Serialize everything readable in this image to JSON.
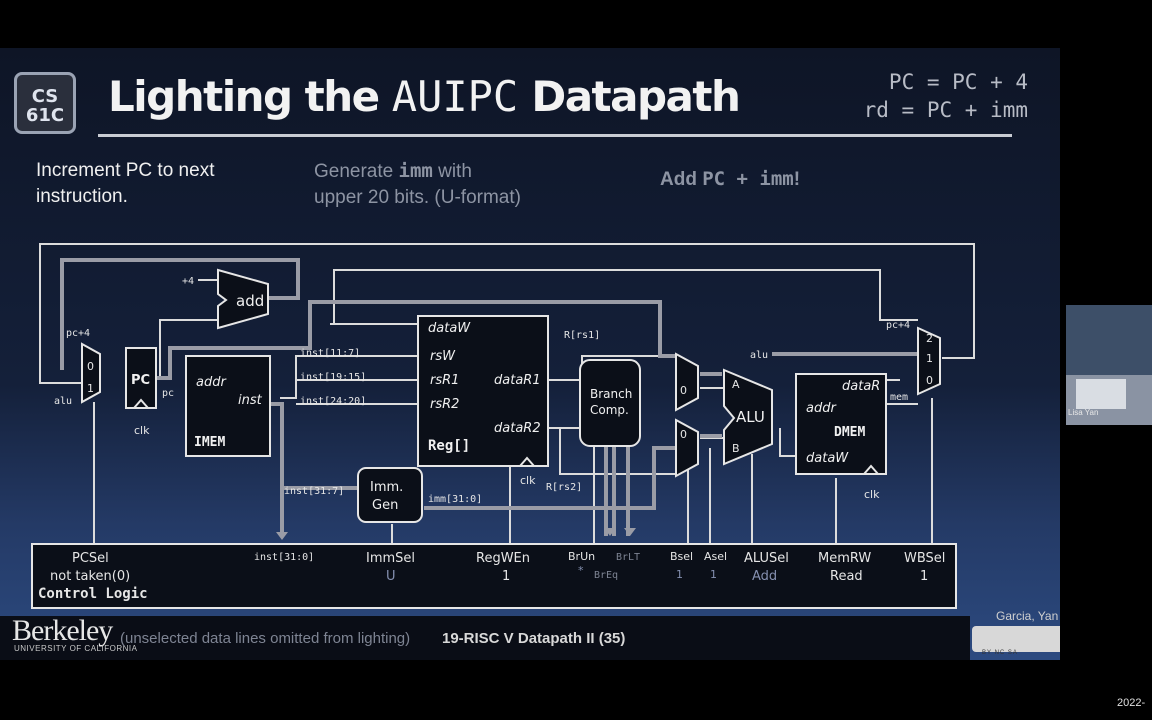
{
  "slide": {
    "logo": {
      "line1": "CS",
      "line2": "61C"
    },
    "title_pre": "Lighting the ",
    "title_code": "AUIPC",
    "title_post": " Datapath",
    "eq1": "PC = PC + 4",
    "eq2": "rd = PC + imm",
    "note1": {
      "line1": "Increment PC to next",
      "line2": "instruction."
    },
    "note2": {
      "pre": "Generate ",
      "code": "imm",
      "post": " with",
      "line2": "upper 20 bits. (U-format)"
    },
    "note3": {
      "pre": "Add ",
      "code": "PC + imm",
      "post": "!"
    }
  },
  "diagram": {
    "plus4": "+4",
    "pc4_top": "pc+4",
    "pc4_wb": "pc+4",
    "alu_left": "alu",
    "alu_right": "alu",
    "mux_0": "0",
    "mux_1": "1",
    "mux_2": "2",
    "add": "add",
    "pc": "PC",
    "pc_out": "pc",
    "clk": "clk",
    "imem": {
      "addr": "addr",
      "inst": "inst",
      "name": "IMEM"
    },
    "inst_11_7": "inst[11:7]",
    "inst_19_15": "inst[19:15]",
    "inst_24_20": "inst[24:20]",
    "inst_31_7": "inst[31:7]",
    "inst_31_0": "inst[31:0]",
    "regfile": {
      "dataW": "dataW",
      "rsW": "rsW",
      "rsR1": "rsR1",
      "rsR2": "rsR2",
      "dataR1": "dataR1",
      "dataR2": "dataR2",
      "name": "Reg[]"
    },
    "rrs1": "R[rs1]",
    "rrs2": "R[rs2]",
    "immgen": {
      "line1": "Imm.",
      "line2": "Gen"
    },
    "imm_31_0": "imm[31:0]",
    "branch": {
      "line1": "Branch",
      "line2": "Comp."
    },
    "alu": {
      "name": "ALU",
      "a": "A",
      "b": "B"
    },
    "dmem": {
      "dataR": "dataR",
      "addr": "addr",
      "dataW": "dataW",
      "name": "DMEM"
    },
    "mem": "mem"
  },
  "control": {
    "title": "Control Logic",
    "pcsel": "PCSel",
    "pcsel_val": "not taken(0)",
    "immsel": "ImmSel",
    "immsel_val": "U",
    "regwen": "RegWEn",
    "regwen_val": "1",
    "brun": "BrUn",
    "brun_val": "*",
    "brlt": "BrLT",
    "breq": "BrEq",
    "bsel": "Bsel",
    "bsel_val": "1",
    "asel": "Asel",
    "asel_val": "1",
    "alusel": "ALUSel",
    "alusel_val": "Add",
    "memrw": "MemRW",
    "memrw_val": "Read",
    "wbsel": "WBSel",
    "wbsel_val": "1"
  },
  "footer": {
    "berkeley": "Berkeley",
    "berkeley_sub": "UNIVERSITY OF CALIFORNIA",
    "note": "(unselected data lines omitted from lighting)",
    "lecture": "19-RISC V Datapath II (35)",
    "authors": "Garcia, Yan",
    "cc_labels": "BY  NC  SA"
  },
  "video": {
    "name": "Lisa Yan",
    "date": "2022-"
  }
}
